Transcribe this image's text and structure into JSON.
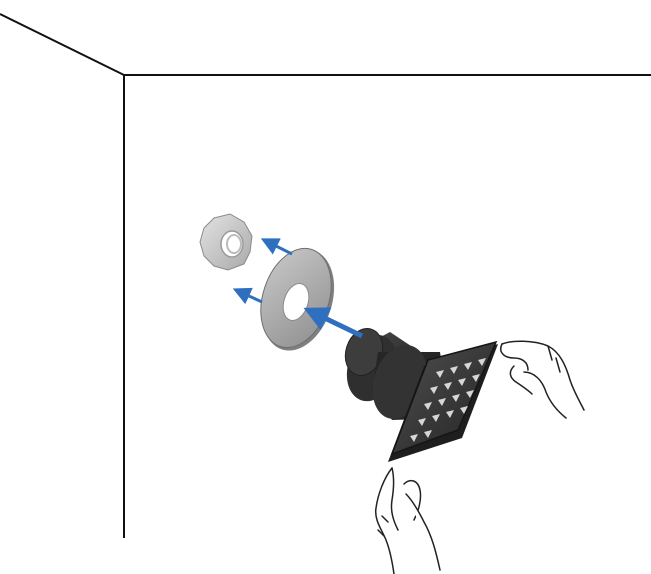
{
  "illustration": {
    "kind": "installation-diagram",
    "subject": "shower-head-mounting",
    "colors": {
      "background": "#ffffff",
      "wall_lines": "#111111",
      "arrow": "#2e6fc0",
      "metal_light": "#b8b8b8",
      "metal_dark": "#2a2a2a",
      "hand_outline": "#222222"
    },
    "parts": [
      {
        "name": "lock-nut",
        "color": "light-gray"
      },
      {
        "name": "washer-ring",
        "color": "gray"
      },
      {
        "name": "shower-head-body",
        "color": "dark-gray"
      },
      {
        "name": "square-shower-plate",
        "color": "dark-gray"
      },
      {
        "name": "left-hand"
      },
      {
        "name": "right-hand"
      }
    ],
    "arrows": [
      {
        "name": "insert-arrow",
        "weight": "thick"
      },
      {
        "name": "nut-direction-arrow",
        "weight": "thin"
      },
      {
        "name": "washer-direction-arrow",
        "weight": "thin"
      }
    ]
  }
}
